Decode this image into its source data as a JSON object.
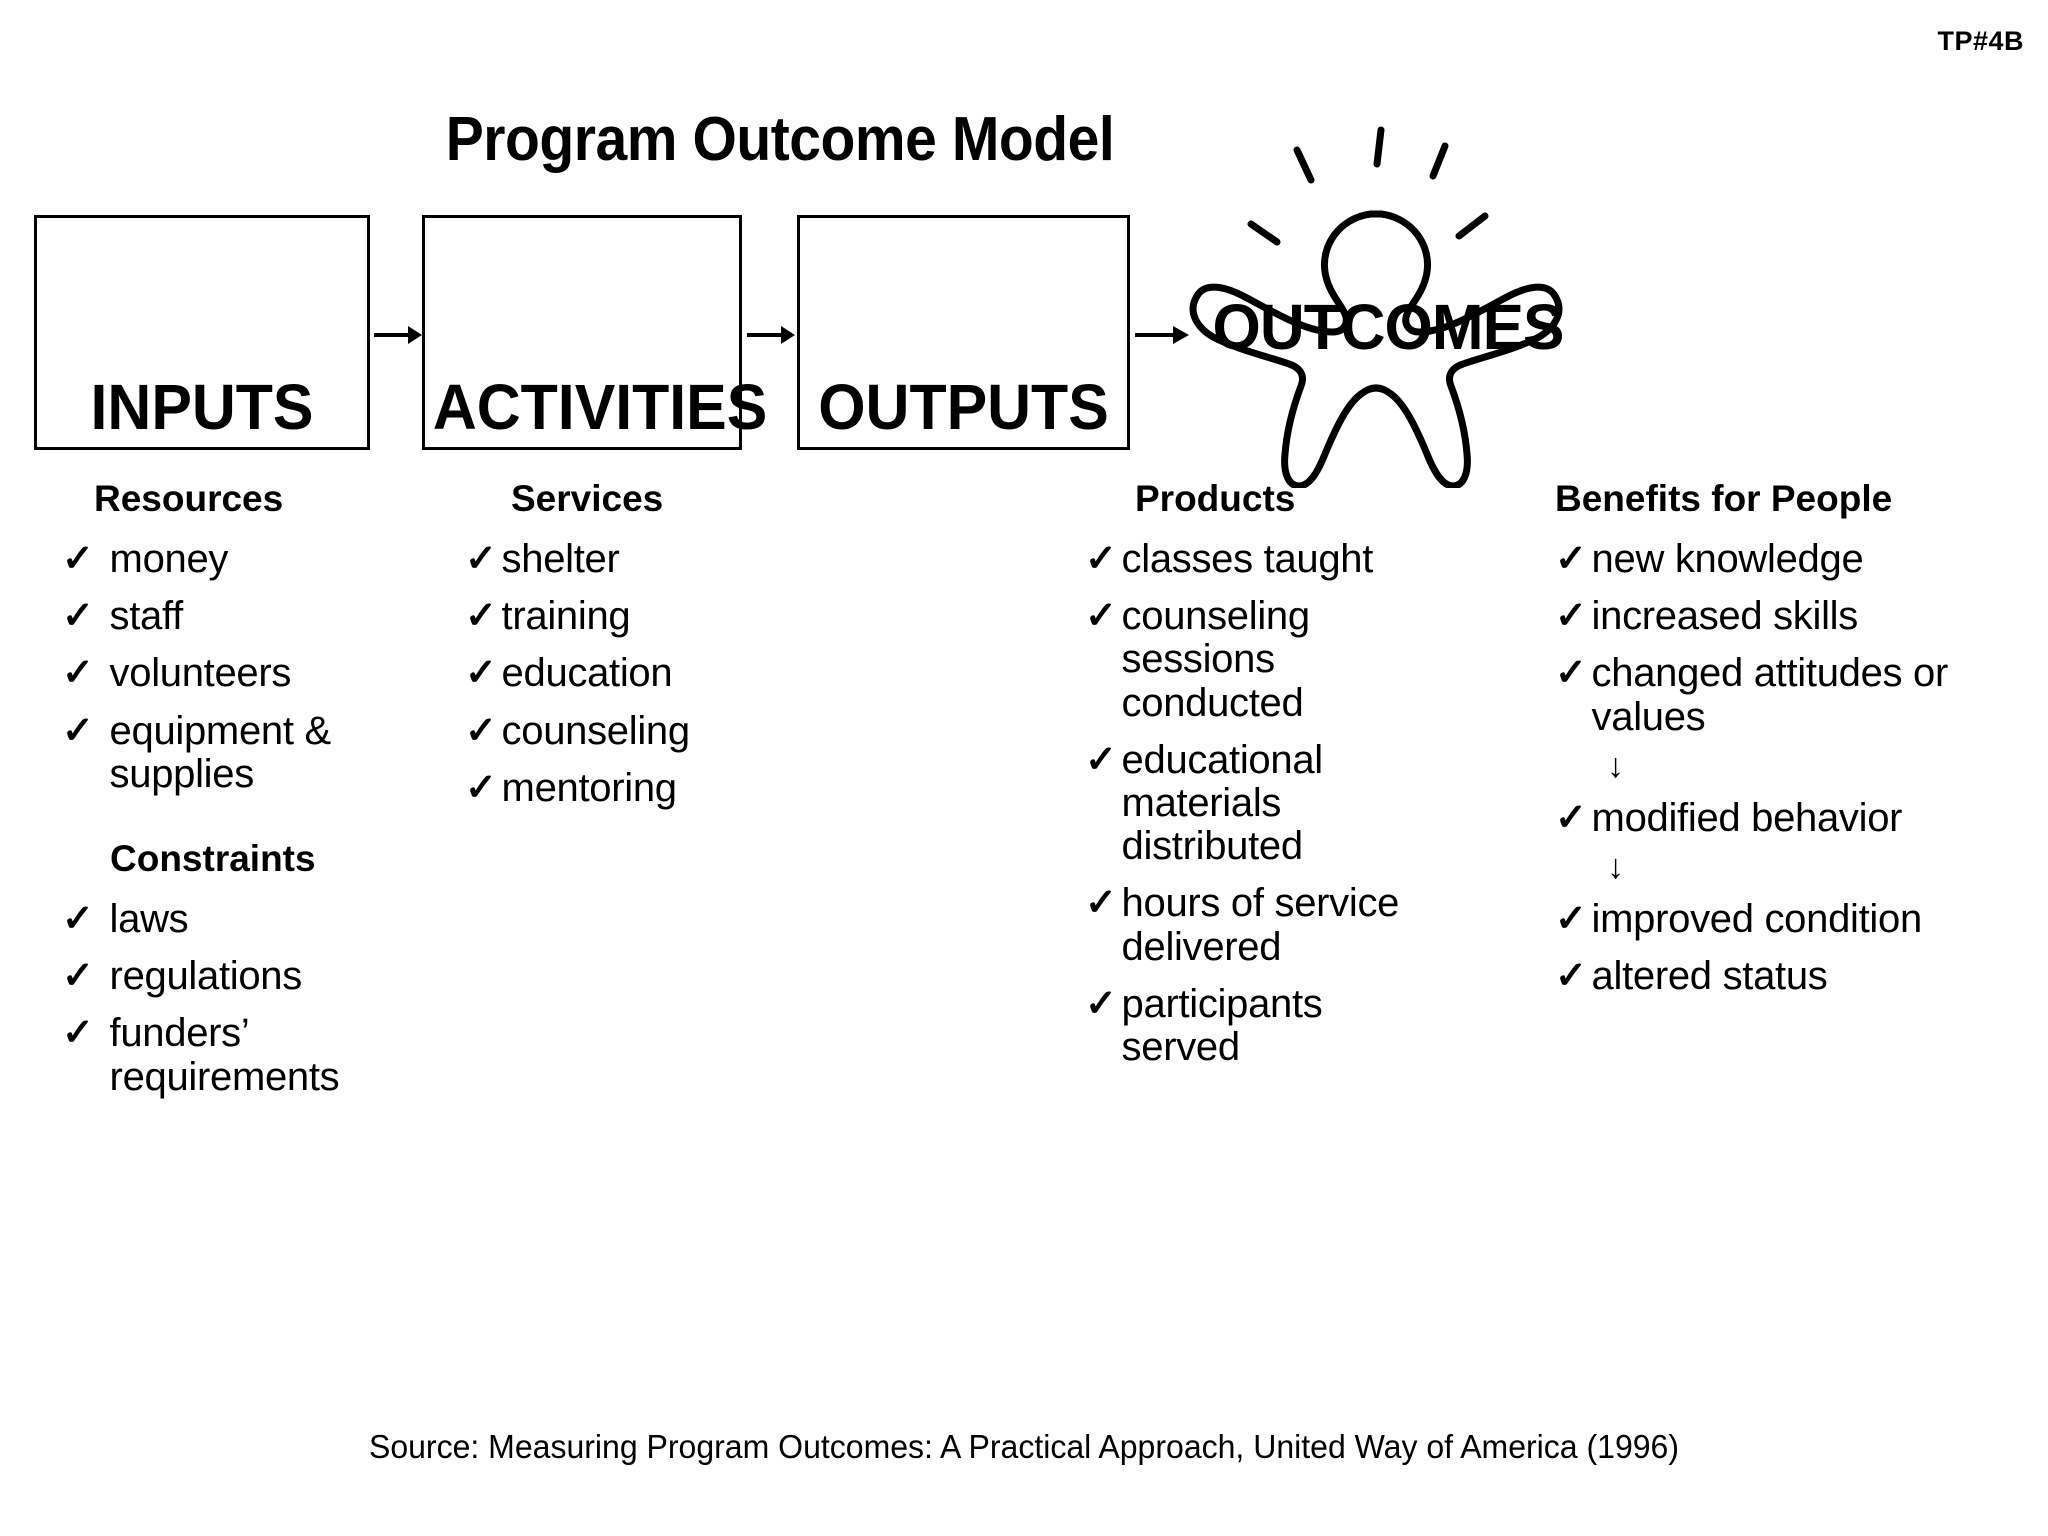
{
  "slide_code": "TP#4B",
  "title": "Program Outcome Model",
  "stages": [
    {
      "id": "inputs",
      "label": "INPUTS"
    },
    {
      "id": "activities",
      "label": "ACTIVITIES"
    },
    {
      "id": "outputs",
      "label": "OUTPUTS"
    },
    {
      "id": "outcomes",
      "label": "OUTCOMES"
    }
  ],
  "arrows": {
    "inputs_to_activities": "right-arrow",
    "activities_to_outputs": "right-arrow",
    "outputs_to_outcomes": "right-arrow"
  },
  "columns": [
    {
      "id": "inputs-column",
      "groups": [
        {
          "heading": "Resources",
          "items": [
            "money",
            "staff",
            "volunteers",
            "equipment & supplies"
          ]
        },
        {
          "heading": "Constraints",
          "items": [
            "laws",
            "regulations",
            "funders’ requirements"
          ]
        }
      ]
    },
    {
      "id": "activities-column",
      "groups": [
        {
          "heading": "Services",
          "items": [
            "shelter",
            "training",
            "education",
            "counseling",
            "mentoring"
          ]
        }
      ]
    },
    {
      "id": "outputs-column",
      "groups": [
        {
          "heading": "Products",
          "items": [
            "classes taught",
            "counseling sessions conducted",
            "educational materials distributed",
            "hours of service delivered",
            "participants served"
          ]
        }
      ]
    },
    {
      "id": "outcomes-column",
      "groups": [
        {
          "heading": "Benefits for People",
          "items": [
            "new knowledge",
            "increased skills",
            "changed attitudes or values",
            "modified behavior",
            "improved condition",
            "altered status"
          ],
          "flow_arrows_after": [
            2,
            3
          ],
          "flow_arrow_glyph": "↓"
        }
      ]
    }
  ],
  "check_glyph": "✓",
  "source": "Source:  Measuring Program Outcomes:  A Practical Approach, United Way of America (1996)",
  "colors": {
    "ink": "#000000",
    "background": "#ffffff"
  }
}
